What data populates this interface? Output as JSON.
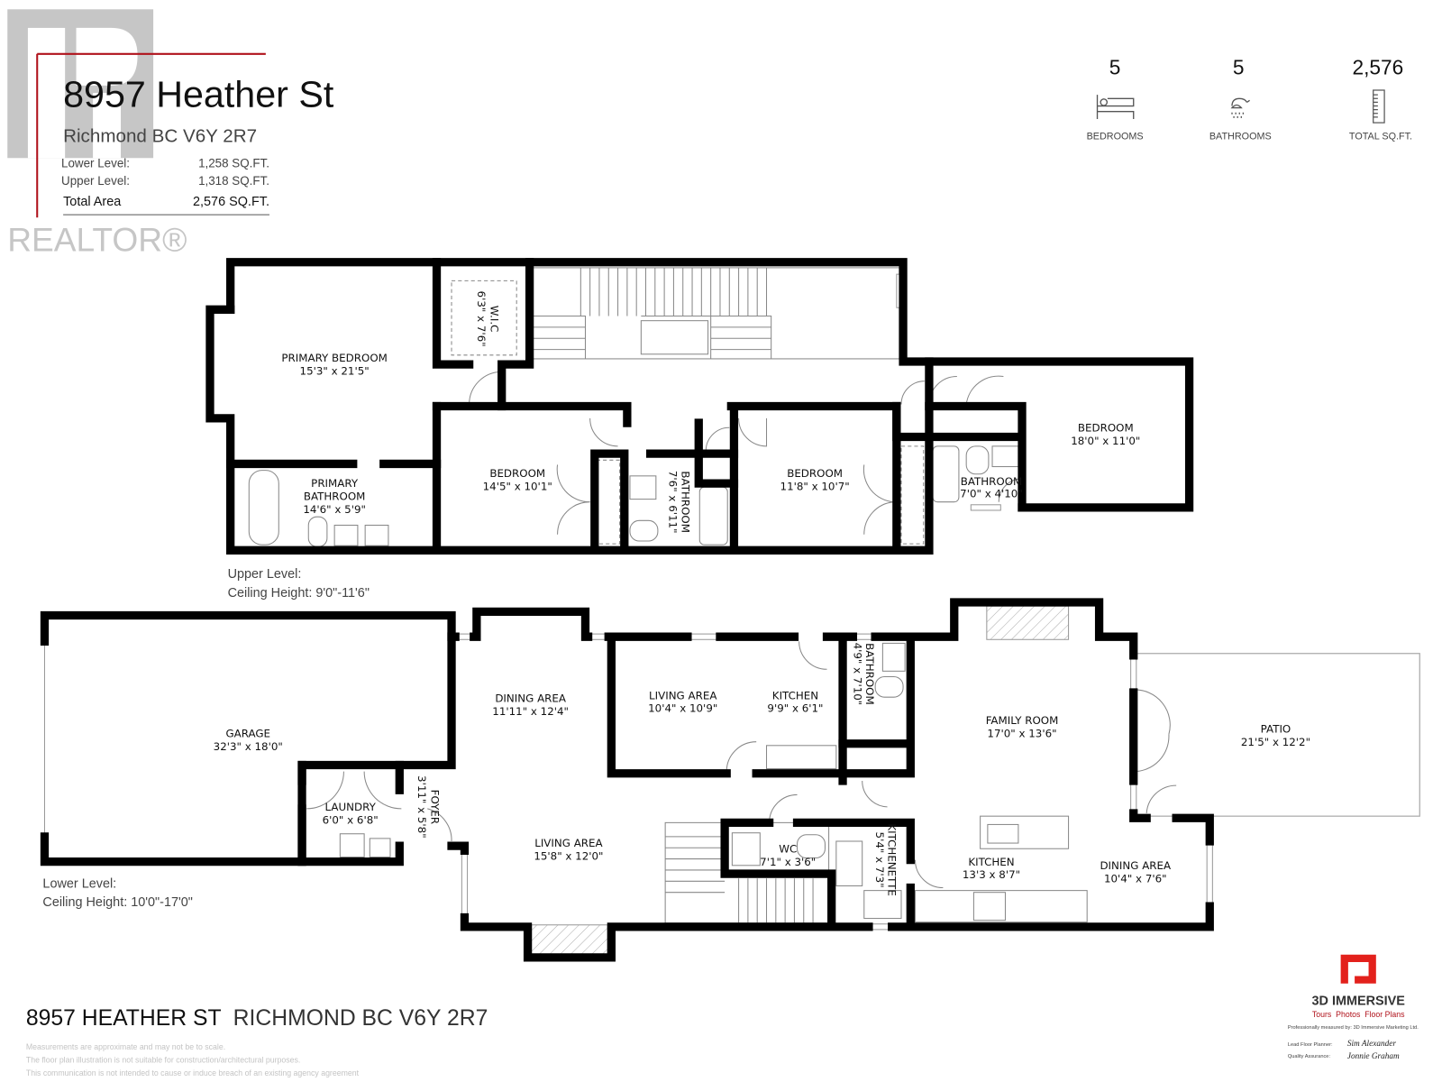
{
  "watermark": {
    "text": "REALTOR®"
  },
  "header": {
    "title": "8957 Heather St",
    "subtitle": "Richmond BC V6Y 2R7",
    "areas": [
      {
        "label": "Lower Level:",
        "value": "1,258 SQ.FT."
      },
      {
        "label": "Upper Level:",
        "value": "1,318 SQ.FT."
      },
      {
        "label": "Total Area",
        "value": "2,576 SQ.FT."
      }
    ],
    "accent_color": "#b0121b"
  },
  "stats": [
    {
      "value": "5",
      "label": "BEDROOMS",
      "icon": "bed-icon"
    },
    {
      "value": "5",
      "label": "BATHROOMS",
      "icon": "shower-icon"
    },
    {
      "value": "2,576",
      "label": "TOTAL SQ.FT.",
      "icon": "ruler-icon"
    }
  ],
  "upper": {
    "label": "Upper Level:",
    "ceiling": "Ceiling Height: 9'0\"-11'6\"",
    "rooms": [
      {
        "name": "PRIMARY BEDROOM",
        "dims": "15'3\" x 21'5\""
      },
      {
        "name": "W.I.C",
        "dims": "6'3\" x 7'6\""
      },
      {
        "name": "PRIMARY",
        "name2": "BATHROOM",
        "dims": "14'6\" x 5'9\""
      },
      {
        "name": "BEDROOM",
        "dims": "14'5\" x 10'1\""
      },
      {
        "name": "BATHROOM",
        "dims": "7'6\" x 6'11\""
      },
      {
        "name": "BEDROOM",
        "dims": "11'8\" x 10'7\""
      },
      {
        "name": "BEDROOM",
        "dims": "18'0\" x 11'0\""
      },
      {
        "name": "BATHROOM",
        "dims": "7'0\" x 4'10\""
      }
    ]
  },
  "lower": {
    "label": "Lower Level:",
    "ceiling": "Ceiling Height: 10'0\"-17'0\"",
    "rooms": [
      {
        "name": "GARAGE",
        "dims": "32'3\" x 18'0\""
      },
      {
        "name": "LAUNDRY",
        "dims": "6'0\" x 6'8\""
      },
      {
        "name": "FOYER",
        "dims": "3'11\" x 5'8\""
      },
      {
        "name": "DINING AREA",
        "dims": "11'11\" x 12'4\""
      },
      {
        "name": "LIVING AREA",
        "dims": "15'8\" x 12'0\""
      },
      {
        "name": "LIVING AREA",
        "dims": "10'4\" x 10'9\""
      },
      {
        "name": "KITCHEN",
        "dims": "9'9\" x 6'1\""
      },
      {
        "name": "BATHROOM",
        "dims": "4'9\" x 7'10\""
      },
      {
        "name": "FAMILY ROOM",
        "dims": "17'0\" x 13'6\""
      },
      {
        "name": "PATIO",
        "dims": "21'5\" x 12'2\""
      },
      {
        "name": "WC",
        "dims": "7'1\" x 3'6\""
      },
      {
        "name": "KITCHENETTE",
        "dims": "5'4\" x 7'3\""
      },
      {
        "name": "KITCHEN",
        "dims": "13'3 x 8'7\""
      },
      {
        "name": "DINING AREA",
        "dims": "10'4\" x 7'6\""
      }
    ]
  },
  "footer": {
    "address_bold": "8957 HEATHER ST",
    "address_rest": "RICHMOND BC V6Y 2R7",
    "disclaimers": [
      "Measurements are approximate and may not be to scale.",
      "The floor plan illustration is not suitable for construction/architectural purposes.",
      "This communication is not intended to cause or induce breach of an existing agency agreement"
    ]
  },
  "brand": {
    "name": "3D IMMERSIVE",
    "tagline": "Tours  Photos  Floor Plans",
    "measured_by": "Professionally measured by: 3D Immersive Marketing Ltd.",
    "lead_label": "Lead Floor Planner:",
    "lead_signature": "Sim Alexander",
    "qa_label": "Quality Assurance:",
    "qa_signature": "Jonnie Graham",
    "color": "#e3211c"
  }
}
